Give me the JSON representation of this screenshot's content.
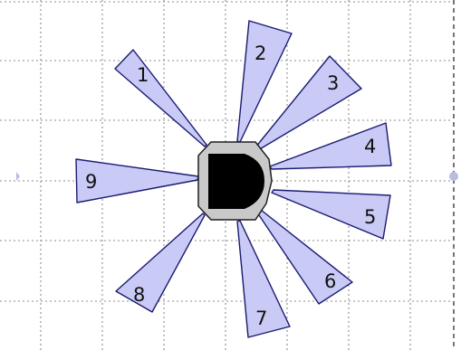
{
  "diagram": {
    "hub": {
      "icon": "d-shaped-connector-icon",
      "outer_color": "#c9c9c9",
      "inner_color": "#000000"
    },
    "wedges": [
      {
        "label": "1"
      },
      {
        "label": "2"
      },
      {
        "label": "3"
      },
      {
        "label": "4"
      },
      {
        "label": "5"
      },
      {
        "label": "6"
      },
      {
        "label": "7"
      },
      {
        "label": "8"
      },
      {
        "label": "9"
      }
    ],
    "colors": {
      "wedge_fill": "#c9caf5",
      "wedge_stroke": "#1a1a72",
      "grid": "#8e8e8e"
    }
  }
}
